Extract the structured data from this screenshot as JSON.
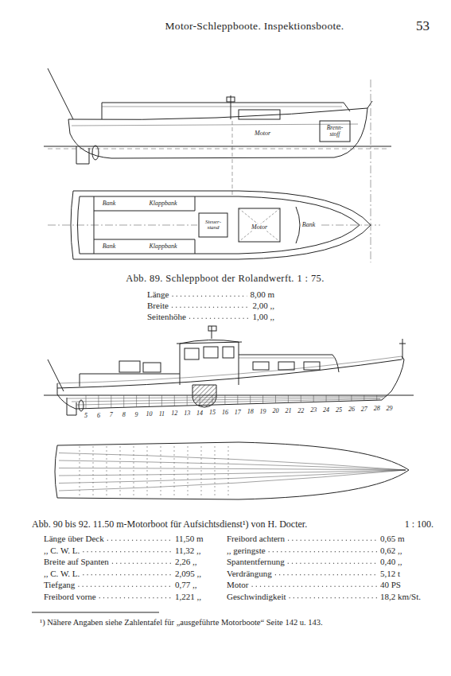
{
  "diagram": {
    "title": "Motor-Schleppboote. Inspektionsboote.",
    "labels": [
      "53",
      "Motor",
      "Brenn- stoff",
      "Bank",
      "Klappbank",
      "Steuer- stand",
      "Motor",
      "Bank",
      "Bank",
      "Klappbank",
      "Abb. 89. Schleppboot der Rolandwerft. 1 : 75.",
      "Länge",
      "8,00 m",
      "Breite",
      "2,00 ,,",
      "Seitenhöhe",
      "1,00 ,,",
      "5",
      "6",
      "7",
      "8",
      "9",
      "10",
      "11",
      "12",
      "13",
      "14",
      "15",
      "16",
      "17",
      "18",
      "19",
      "20",
      "21",
      "22",
      "23",
      "24",
      "25",
      "26",
      "27",
      "28",
      "29",
      "Abb. 90 bis 92. 11.50 m-Motorboot für Aufsichtsdienst¹) von H. Docter.",
      "1 : 100.",
      "Länge über Deck",
      "11,50 m",
      ",, C. W. L.",
      "11,32 ,,",
      "Breite auf Spanten",
      "2,26 ,,",
      ",, C. W. L.",
      "2,095 ,,",
      "Tiefgang",
      "0,77 ,,",
      "Freibord vorne",
      "1,221 ,,",
      "Freibord achtern",
      "0,65 m",
      ",, geringste",
      "0,62 ,,",
      "Spantentfernung",
      "0,40 ,,",
      "Verdrängung",
      "5,12 t",
      "Motor",
      "40 PS",
      "Geschwindigkeit",
      "18,2 km/St.",
      "¹) Nähere Angaben siehe Zahlentafel für „ausgeführte Motorboote“ Seite 142 u. 143."
    ]
  }
}
